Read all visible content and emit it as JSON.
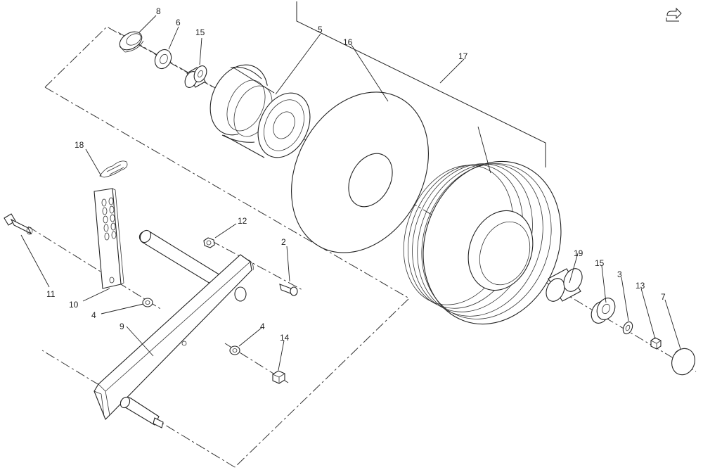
{
  "corner_icon": "return-arrow-icon",
  "callouts": {
    "c8": "8",
    "c6": "6",
    "c15a": "15",
    "c5": "5",
    "c16": "16",
    "c17": "17",
    "c18": "18",
    "c12": "12",
    "c2": "2",
    "c11": "11",
    "c10": "10",
    "c4a": "4",
    "c9": "9",
    "c4b": "4",
    "c14": "14",
    "c19": "19",
    "c15b": "15",
    "c3": "3",
    "c13": "13",
    "c7": "7"
  }
}
